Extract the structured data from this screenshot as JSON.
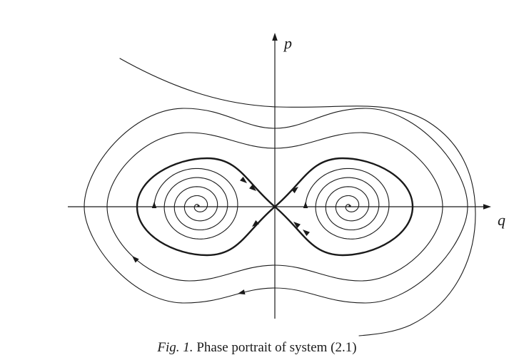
{
  "figure": {
    "type": "phase-portrait",
    "axis_labels": {
      "vertical": "p",
      "horizontal": "q"
    },
    "caption": {
      "label": "Fig. 1.",
      "text": "Phase portrait of system (2.1)"
    },
    "colors": {
      "ink": "#1a1a1a",
      "background": "#ffffff"
    }
  }
}
